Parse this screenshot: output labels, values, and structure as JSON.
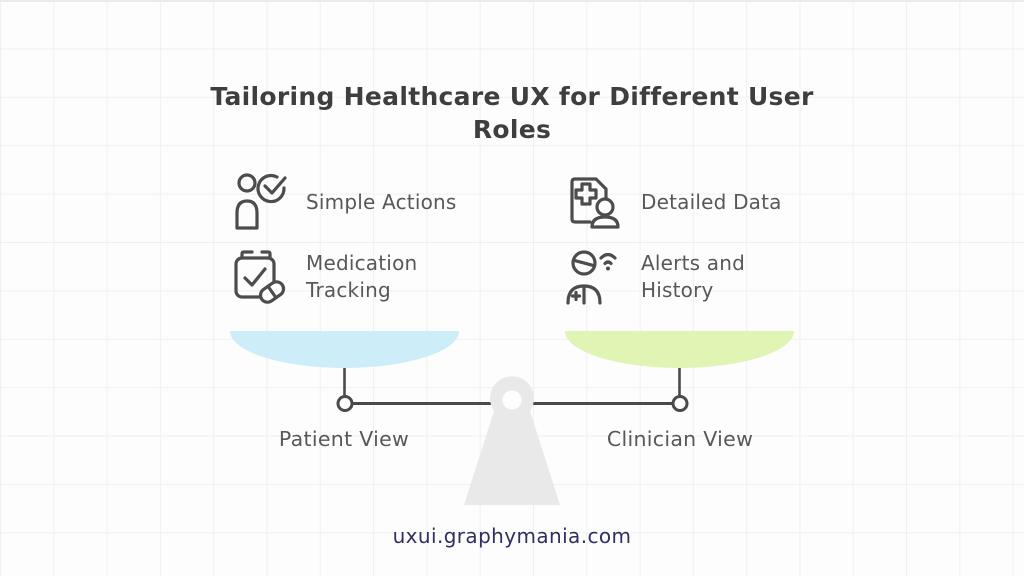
{
  "title": "Tailoring Healthcare UX for Different User Roles",
  "items": {
    "left": [
      {
        "icon": "patient-check-icon",
        "label": "Simple Actions"
      },
      {
        "icon": "medication-tracking-icon",
        "label": "Medication Tracking"
      }
    ],
    "right": [
      {
        "icon": "medical-document-icon",
        "label": "Detailed Data"
      },
      {
        "icon": "clinician-alerts-icon",
        "label": "Alerts and History"
      }
    ]
  },
  "scale": {
    "left_label": "Patient View",
    "right_label": "Clinician View"
  },
  "footer": {
    "website": "uxui.graphymania.com"
  },
  "colors": {
    "background": "#fdfdfd",
    "grid": "#f0f0f2",
    "title": "#3e3e3e",
    "label": "#585858",
    "icon": "#4c4c4c",
    "beam": "#4a4a4a",
    "bowl-left": "#cdedf8",
    "bowl-right": "#e0f4b4",
    "pedestal": "#e9e9e9",
    "footer": "#2f2f63"
  }
}
